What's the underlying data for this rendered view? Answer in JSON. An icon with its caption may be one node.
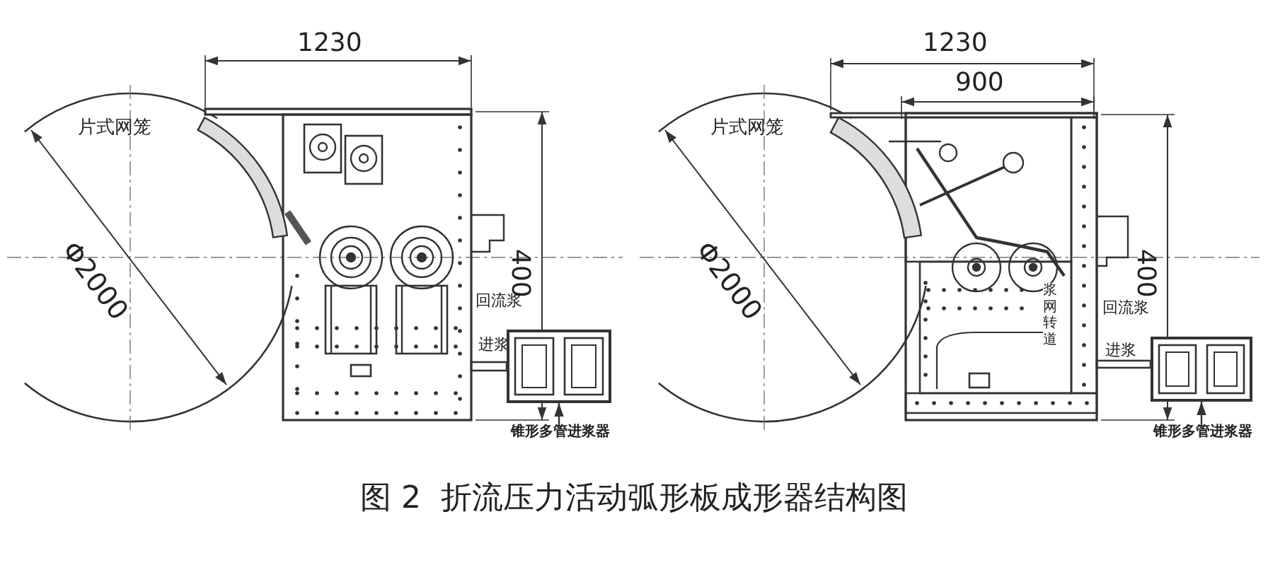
{
  "diagram": {
    "caption": "图 2  折流压力活动弧形板成形器结构图",
    "nodes": [
      {
        "text": [
          "锥形多管进浆器"
        ]
      },
      {
        "text": [],
        "shape": "box"
      },
      {
        "text": [
          "锥形多管进浆器"
        ]
      },
      {
        "text": [],
        "shape": "box"
      }
    ],
    "edges": [
      {
        "from": 0,
        "to": 1,
        "arrow": "to"
      },
      {
        "from": 2,
        "to": 3,
        "arrow": "to"
      }
    ],
    "labels": [
      "1230",
      "片式网笼",
      "Φ2000",
      "400",
      "回流浆",
      "进浆",
      "1230",
      "900",
      "片式网笼",
      "Φ2000",
      "400",
      "浆网转道",
      "回流浆",
      "进浆"
    ]
  }
}
